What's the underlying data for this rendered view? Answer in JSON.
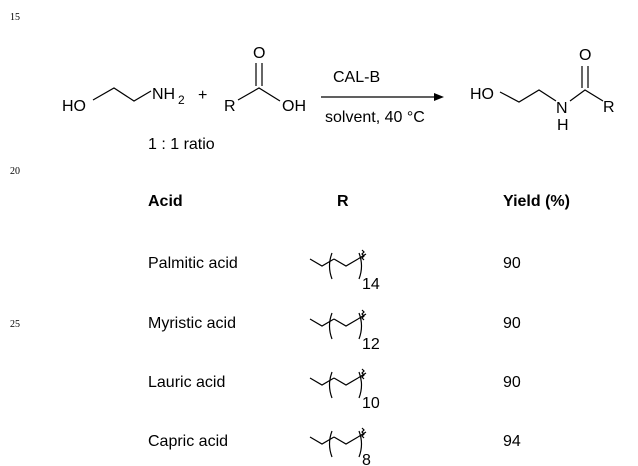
{
  "line_numbers": [
    "15",
    "20",
    "25"
  ],
  "reaction": {
    "reactant1": {
      "ho": "HO",
      "nh": "NH",
      "nh_sub": "2"
    },
    "plus": "+",
    "reactant2": {
      "o": "O",
      "r": "R",
      "oh": "OH"
    },
    "ratio": "1 : 1 ratio",
    "arrow_top": "CAL-B",
    "arrow_bottom": "solvent, 40 °C",
    "product": {
      "ho": "HO",
      "n": "N",
      "h": "H",
      "o": "O",
      "r": "R"
    }
  },
  "table": {
    "headers": [
      "Acid",
      "R",
      "Yield (%)"
    ],
    "rows": [
      {
        "acid": "Palmitic acid",
        "n": "14",
        "yield": "90"
      },
      {
        "acid": "Myristic acid",
        "n": "12",
        "yield": "90"
      },
      {
        "acid": "Lauric acid",
        "n": "10",
        "yield": "90"
      },
      {
        "acid": "Capric acid",
        "n": "8",
        "yield": "94"
      }
    ]
  }
}
